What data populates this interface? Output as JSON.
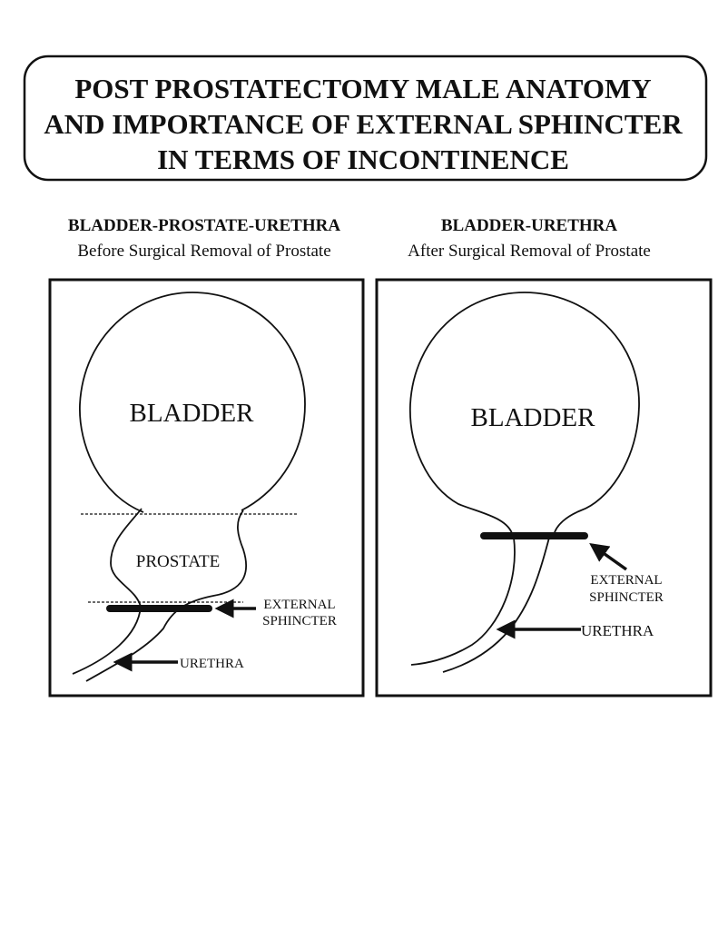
{
  "title": {
    "line1": "POST PROSTATECTOMY MALE ANATOMY",
    "line2": "AND IMPORTANCE OF EXTERNAL SPHINCTER",
    "line3": "IN TERMS OF INCONTINENCE"
  },
  "left_panel": {
    "heading": "BLADDER-PROSTATE-URETHRA",
    "subheading": "Before Surgical Removal of Prostate",
    "bladder_label": "BLADDER",
    "prostate_label": "PROSTATE",
    "sphincter_label_1": "EXTERNAL",
    "sphincter_label_2": "SPHINCTER",
    "urethra_label": "URETHRA"
  },
  "right_panel": {
    "heading": "BLADDER-URETHRA",
    "subheading": "After Surgical Removal of Prostate",
    "bladder_label": "BLADDER",
    "sphincter_label_1": "EXTERNAL",
    "sphincter_label_2": "SPHINCTER",
    "urethra_label": "URETHRA"
  }
}
